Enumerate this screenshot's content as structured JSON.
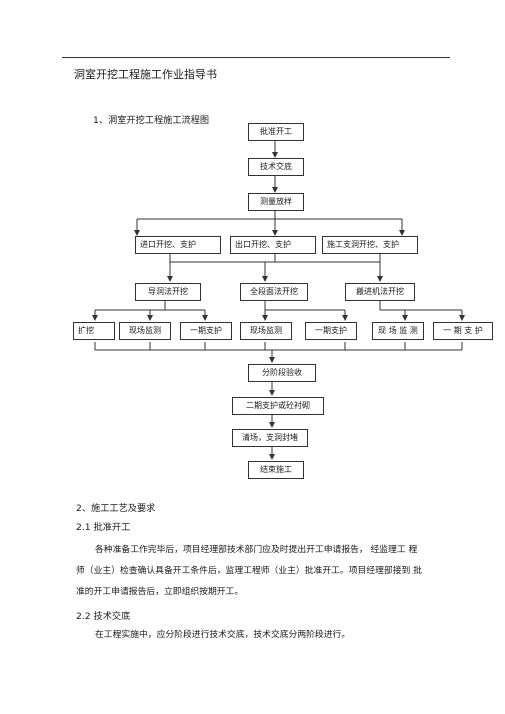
{
  "doc": {
    "title": "洞室开挖工程施工作业指导书",
    "section1": "1、洞室开挖工程施工流程图",
    "section2": "2、施工工艺及要求",
    "s21": "2.1 批准开工",
    "s21_line1": "各种准备工作完毕后，项目经理部技术部门应及时提出开工申请报告，  经监理工 程",
    "s21_line2": "师（业主）检查确认具备开工条件后，监理工程师（业主）批准开工。项目经理部接到 批",
    "s21_line3": "准的开工申请报告后，立即组织按期开工。",
    "s22": "2.2 技术交底",
    "s22_line1": "在工程实施中，应分阶段进行技术交底，技术交底分两阶段进行。"
  },
  "flow": {
    "approve": "批准开工",
    "tech_brief": "技术交底",
    "survey": "测量放样",
    "row1": [
      "进口开挖、支护",
      "出口开挖、支护",
      "施工支洞开挖、支护"
    ],
    "row2": [
      "导洞法开挖",
      "全段面法开挖",
      "搬进机法开挖"
    ],
    "row3": [
      "扩挖",
      "现场监测",
      "一期支护",
      "现场监测",
      "一期支护",
      "现 场 监 测",
      "一 期 支 护"
    ],
    "staged_accept": "分阶段验收",
    "secondary": "二期支护或砼衬砌",
    "cleanup": "清场，支洞封堵",
    "finish": "结束施工"
  }
}
